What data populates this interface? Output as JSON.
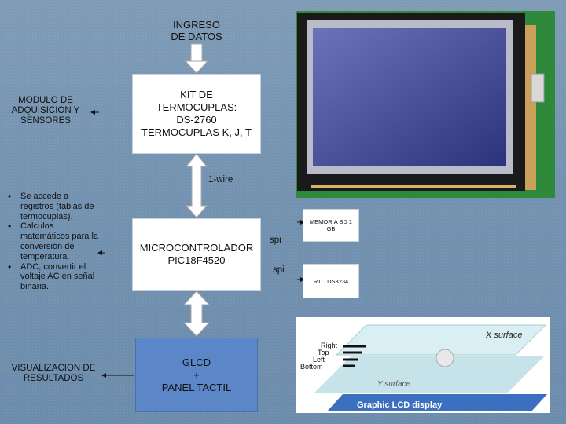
{
  "diagram": {
    "ingreso": "INGRESO\nDE DATOS",
    "kit_box": "KIT DE\nTERMOCUPLAS:\nDS-2760\nTERMOCUPLAS K, J, T",
    "modulo_label": "MODULO DE\nADQUISICION Y\nSENSORES",
    "wire_label": "1-wire",
    "micro_box": "MICROCONTROLADOR\nPIC18F4520",
    "spi1": "spi",
    "spi2": "spi",
    "memoria_box": "MEMORIA SD 1\nGB",
    "rtc_box": "RTC DS3234",
    "bullets": [
      "Se accede a registros (tablas de termocuplas).",
      "Calculos matemáticos para la conversión de temperatura.",
      "ADC, convertir el voltaje AC en señal binaria."
    ],
    "glcd_box": "GLCD\n+\nPANEL TACTIL",
    "visualizacion": "VISUALIZACION DE\nRESULTADOS"
  },
  "touch_panel": {
    "x_surface": "X surface",
    "y_surface": "Y surface",
    "labels": [
      "Right",
      "Top",
      "Left",
      "Bottom"
    ],
    "display": "Graphic LCD display"
  },
  "colors": {
    "background": "#7493b1",
    "glcd_fill": "#5b86c8",
    "pcb_green": "#2e8a3a",
    "lcd_screen": "#3c44a3"
  }
}
